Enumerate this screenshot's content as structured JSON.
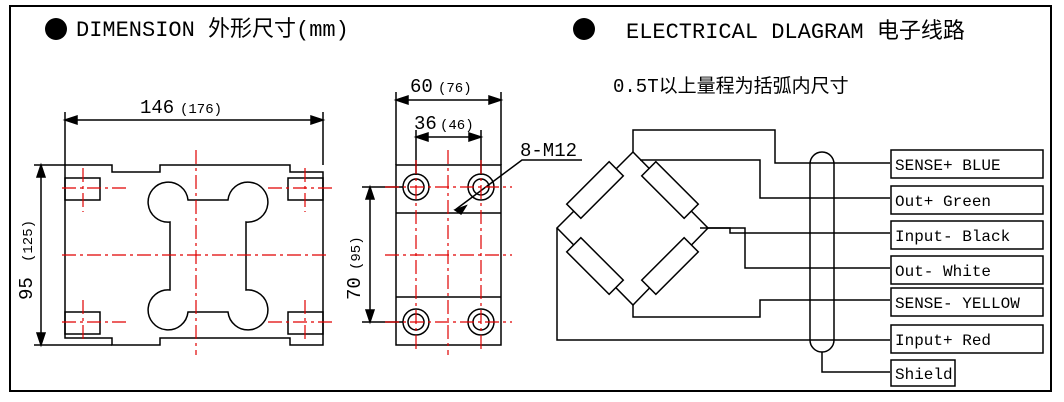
{
  "headings": {
    "dimension": "DIMENSION 外形尺寸(mm)",
    "electrical": "ELECTRICAL DLAGRAM  电子线路"
  },
  "dimension_drawing": {
    "width_main": "146",
    "width_alt": "(176)",
    "height_main": "95",
    "height_alt": "(125)"
  },
  "side_view": {
    "outer_main": "60",
    "outer_alt": "(76)",
    "inner_main": "36",
    "inner_alt": "(46)",
    "height_main": "70",
    "height_alt": "(95)",
    "hole_note": "8-M12"
  },
  "range_note": "0.5T以上量程为括弧内尺寸",
  "wires": [
    {
      "label": "SENSE+ BLUE"
    },
    {
      "label": "Out+ Green"
    },
    {
      "label": "Input- Black"
    },
    {
      "label": "Out- White"
    },
    {
      "label": "SENSE- YELLOW"
    },
    {
      "label": "Input+ Red"
    },
    {
      "label": "Shield"
    }
  ],
  "colors": {
    "line": "#000000",
    "centerline": "#e00000"
  }
}
